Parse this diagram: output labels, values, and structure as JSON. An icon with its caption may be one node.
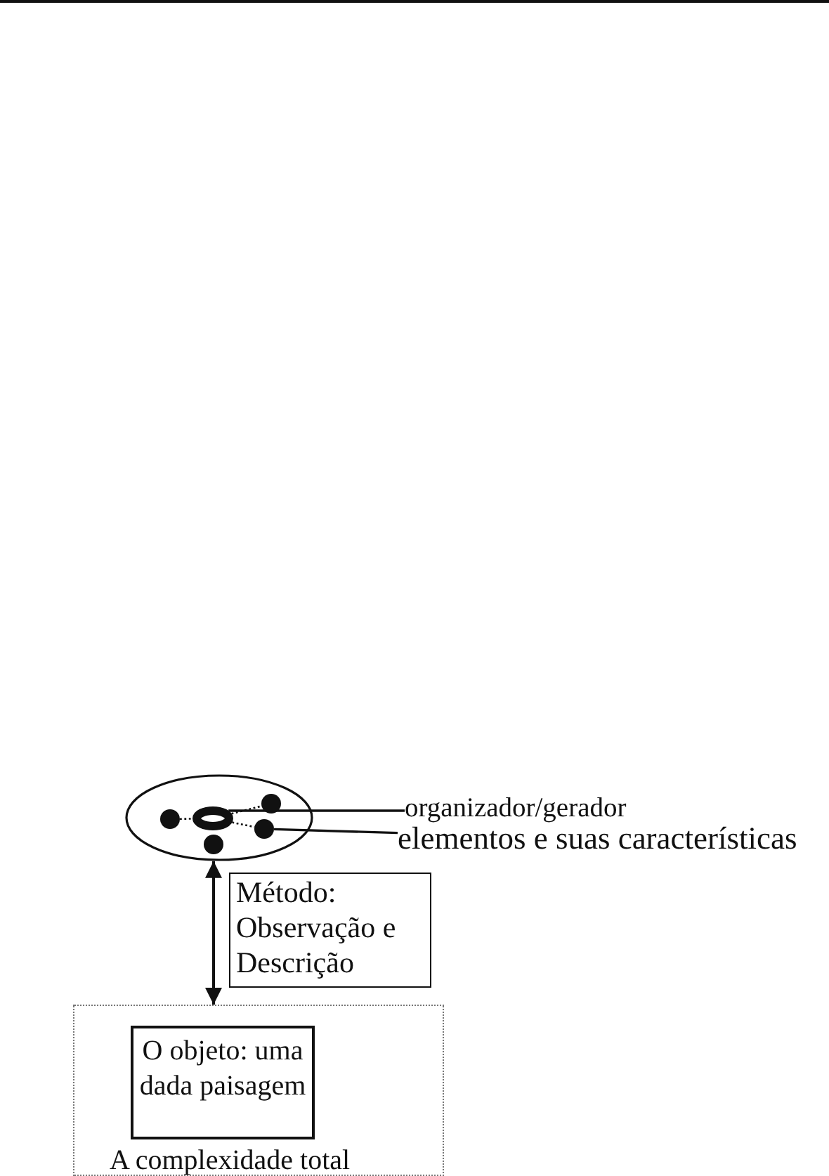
{
  "diagram": {
    "nodes": [
      {
        "text": [],
        "shape": "ellipse"
      },
      {
        "text": [],
        "shape": "circle",
        "in": 0
      },
      {
        "text": [],
        "shape": "ring",
        "in": 0
      },
      {
        "text": [],
        "shape": "circle",
        "in": 0
      },
      {
        "text": [],
        "shape": "circle",
        "in": 0
      },
      {
        "text": [],
        "shape": "circle",
        "in": 0
      },
      {
        "text": [
          "organizador/gerador"
        ]
      },
      {
        "text": [
          "elementos e suas características"
        ]
      },
      {
        "text": [
          "Método: Observação e Descrição"
        ]
      },
      {
        "text": [
          "A complexidade total"
        ]
      },
      {
        "text": [
          "O objeto: uma dada paisagem"
        ],
        "in": 9
      }
    ],
    "edges": [
      {
        "from": 1,
        "to": 2,
        "arrow": "none",
        "style": "dashed"
      },
      {
        "from": 2,
        "to": 5,
        "arrow": "none",
        "style": "dashed"
      },
      {
        "from": 2,
        "to": 4,
        "arrow": "none",
        "style": "dashed"
      },
      {
        "from": 6,
        "to": 2,
        "arrow": "none"
      },
      {
        "from": 7,
        "to": 4,
        "arrow": "none"
      },
      {
        "from": 0,
        "to": 9,
        "arrow": "both"
      }
    ]
  }
}
